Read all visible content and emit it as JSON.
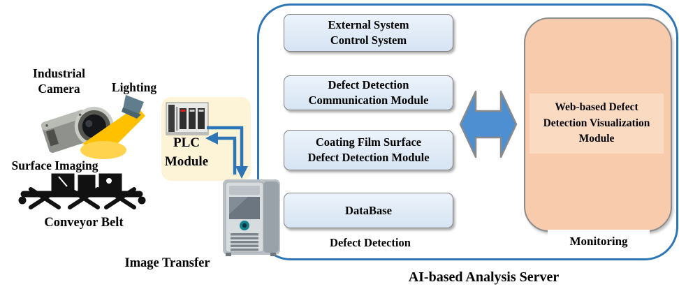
{
  "station": {
    "camera_label": "Industrial\nCamera",
    "lighting_label": "Lighting",
    "surface_imaging_label": "Surface Imaging",
    "conveyor_label": "Conveyor Belt",
    "image_transfer_label": "Image Transfer",
    "plc_label": "PLC\nModule"
  },
  "server_group": {
    "modules": [
      {
        "label": "External System\nControl System"
      },
      {
        "label": "Defect Detection\nCommunication Module"
      },
      {
        "label": "Coating Film Surface\nDefect Detection Module"
      },
      {
        "label": "DataBase"
      }
    ],
    "defect_detection_label": "Defect Detection",
    "monitoring_label": "Monitoring",
    "visualization_label": "Web-based Defect\nDetection Visualization\nModule",
    "title": "AI-based Analysis Server"
  },
  "colors": {
    "container_border": "#2e75b6",
    "module_fill": "#dce8f5",
    "module_border": "#7f7f7f",
    "visualization_fill": "#f8cbad",
    "plc_panel_fill": "#fdf4d8",
    "exchange_arrow_fill": "#4e8fd2",
    "connector_stroke": "#2e75b6",
    "light_cone": "#ffc000"
  }
}
